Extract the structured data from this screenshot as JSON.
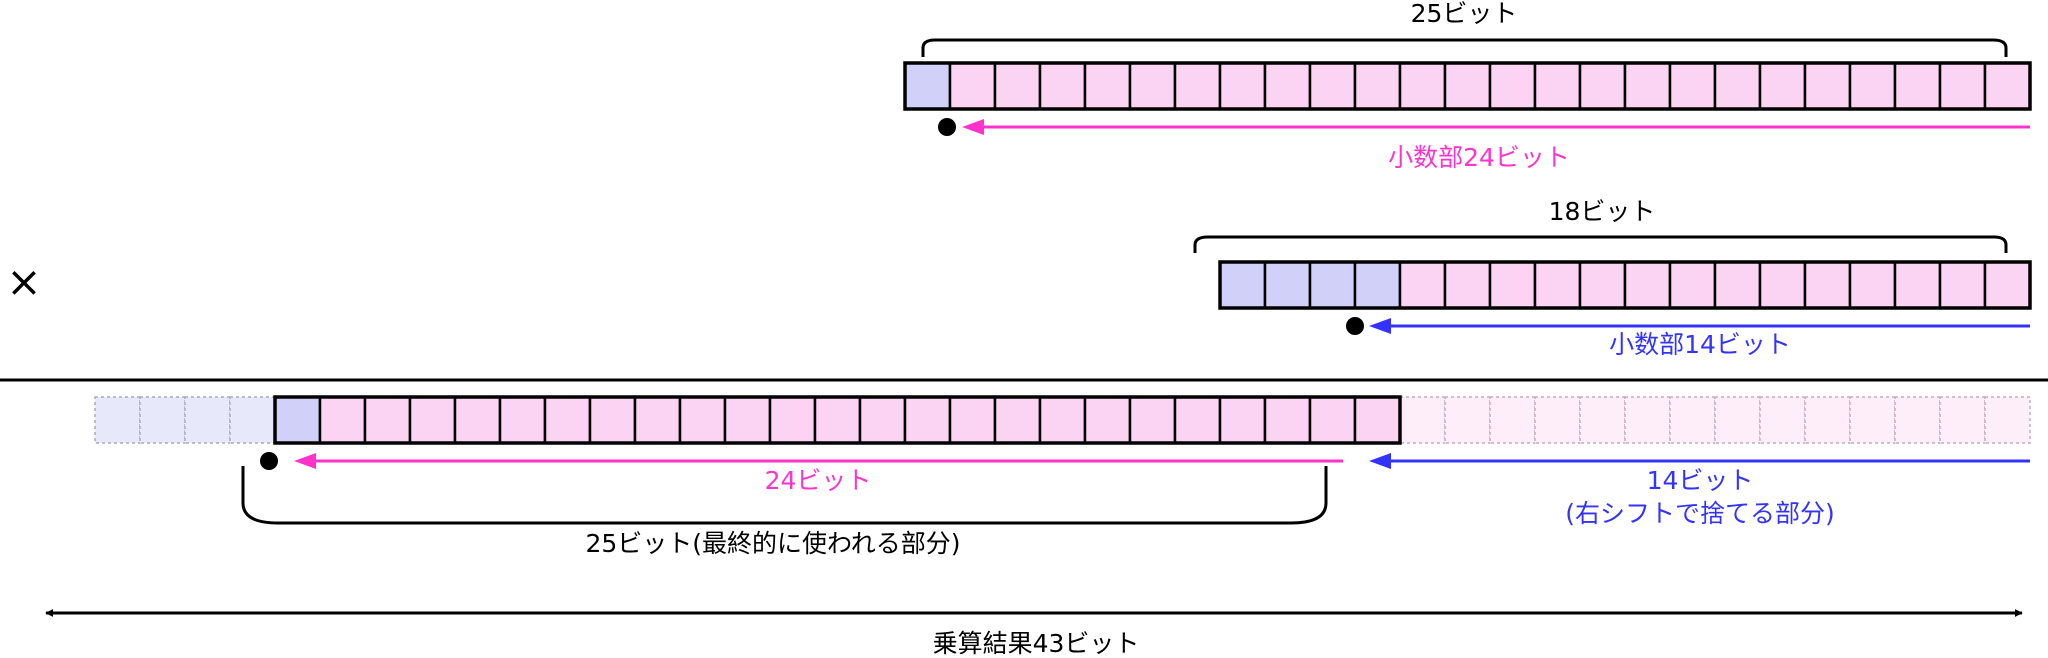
{
  "colors": {
    "integer_bit": "#d0d0f8",
    "fraction_bit": "#fbd3f3",
    "integer_bit_faded": "#e8e8fb",
    "fraction_bit_faded": "#fdeefa",
    "magenta": "#ff33cc",
    "blue": "#3333ff",
    "black": "#000000"
  },
  "operand_a": {
    "brace_label": "25ビット",
    "fraction_label": "小数部24ビット",
    "integer_bits": 1,
    "fraction_bits": 24
  },
  "operator": "×",
  "operand_b": {
    "brace_label": "18ビット",
    "fraction_label": "小数部14ビット",
    "integer_bits": 4,
    "fraction_bits": 14
  },
  "result": {
    "kept_fraction_label": "24ビット",
    "discarded_label_line1": "14ビット",
    "discarded_label_line2": "(右シフトで捨てる部分)",
    "kept_brace_label": "25ビット(最終的に使われる部分)",
    "total_label": "乗算結果43ビット",
    "faded_integer_bits": 4,
    "kept_integer_bits": 1,
    "kept_fraction_bits": 24,
    "discarded_fraction_bits": 14
  }
}
